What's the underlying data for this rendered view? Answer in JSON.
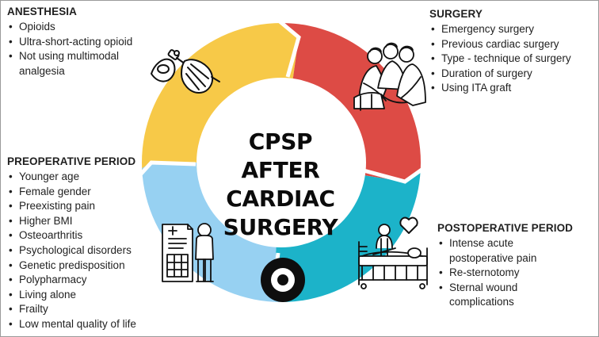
{
  "center_title": {
    "line1": "CPSP",
    "line2": "AFTER CARDIAC",
    "line3": "SURGERY"
  },
  "sections": {
    "anesthesia": {
      "heading": "ANESTHESIA",
      "items": [
        "Opioids",
        "Ultra-short-acting opioid",
        "Not using multimodal analgesia"
      ]
    },
    "surgery": {
      "heading": "SURGERY",
      "items": [
        "Emergency surgery",
        "Previous cardiac surgery",
        "Type - technique of surgery",
        "Duration of surgery",
        "Using ITA graft"
      ]
    },
    "preoperative": {
      "heading": "PREOPERATIVE PERIOD",
      "items": [
        "Younger age",
        "Female gender",
        "Preexisting pain",
        "Higher BMI",
        "Osteoarthritis",
        "Psychological disorders",
        "Genetic predisposition",
        "Polypharmacy",
        "Living alone",
        "Frailty",
        "Low mental quality of life"
      ]
    },
    "postoperative": {
      "heading": "POSTOPERATIVE PERIOD",
      "items": [
        "Intense acute postoperative pain",
        "Re-sternotomy",
        "Sternal wound complications"
      ]
    }
  },
  "colors": {
    "anesthesia_segment": "#f7c948",
    "surgery_segment": "#dd4b45",
    "postoperative_segment": "#1cb3c9",
    "preoperative_segment": "#97d1f2",
    "outline": "#111111"
  },
  "icons": {
    "anesthesia": "anesthesia-mask-icon",
    "surgery": "surgical-team-icon",
    "postoperative": "hospital-bed-patient-icon",
    "preoperative": "medical-chart-patient-icon",
    "center": "cycle-dot-icon"
  }
}
